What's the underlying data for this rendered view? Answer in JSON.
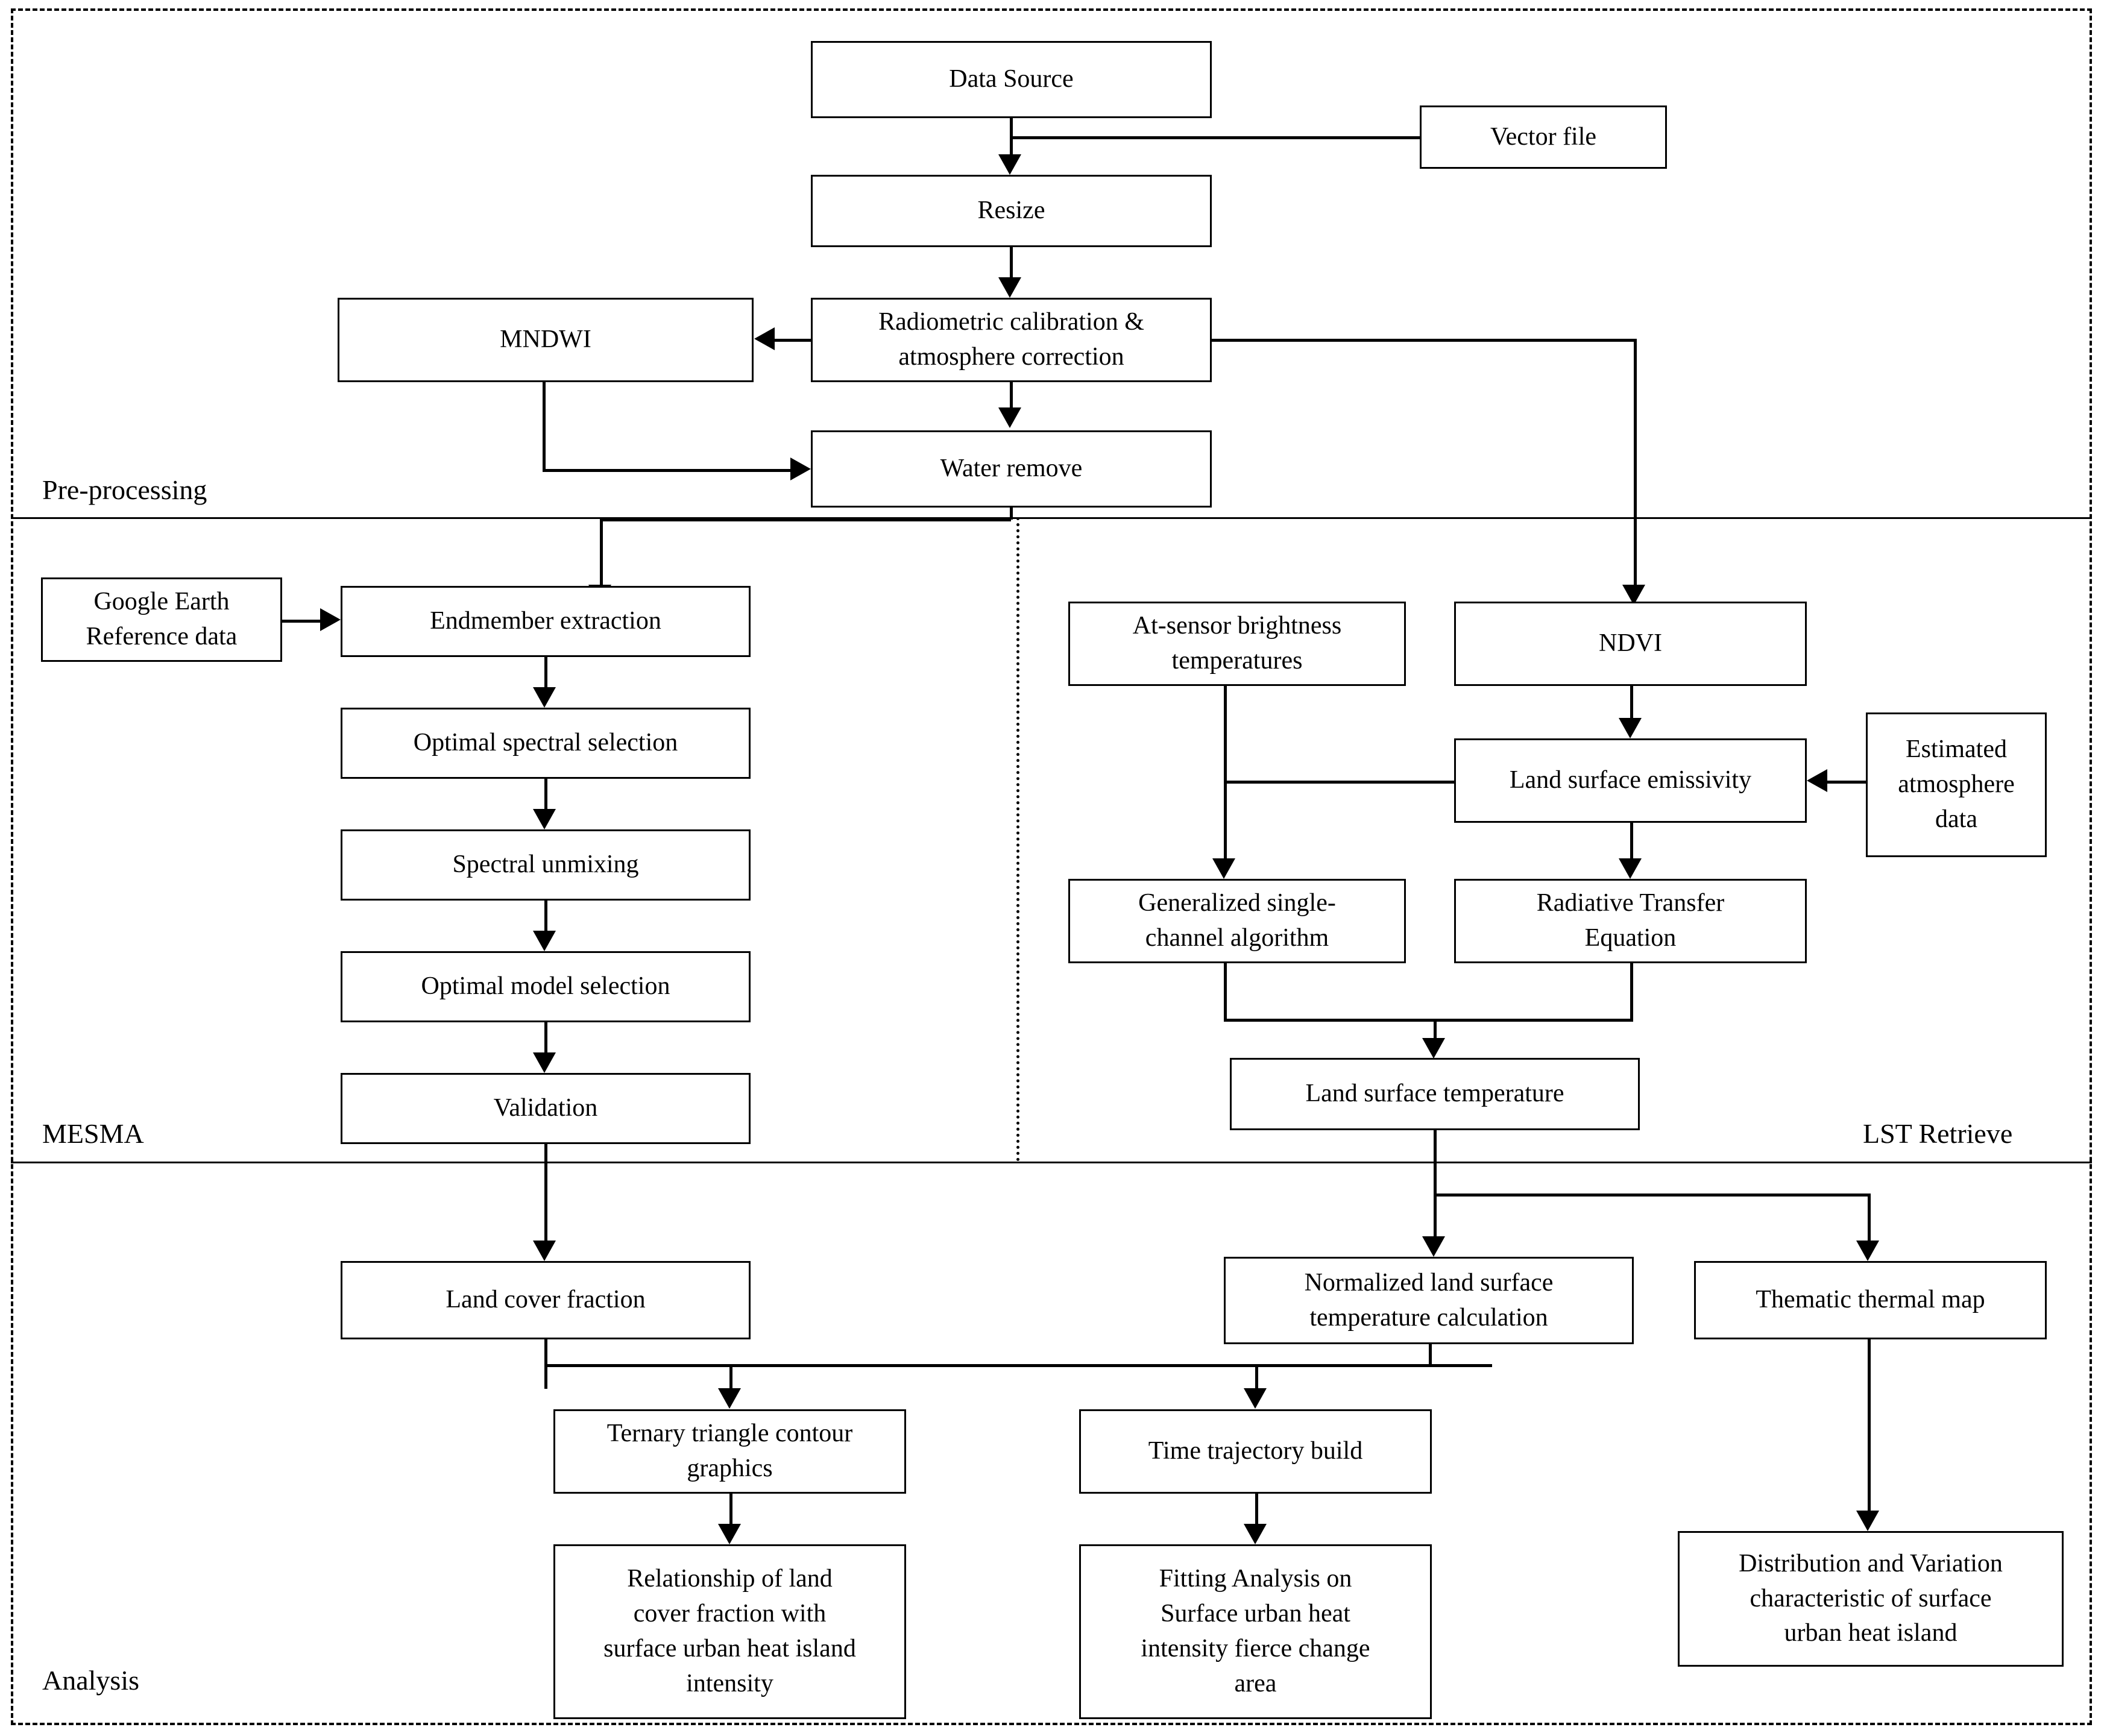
{
  "diagram": {
    "type": "flowchart",
    "title": "Methodology flowchart for MESMA and LST retrieval urban heat island analysis",
    "sections": [
      {
        "id": "pre-processing",
        "label": "Pre-processing"
      },
      {
        "id": "mesma",
        "label": "MESMA"
      },
      {
        "id": "lst-retrieve",
        "label": "LST Retrieve"
      },
      {
        "id": "analysis",
        "label": "Analysis"
      }
    ],
    "nodes": {
      "data_source": "Data Source",
      "vector_file": "Vector file",
      "resize": "Resize",
      "radiometric": "Radiometric calibration &\natmosphere correction",
      "radiometric_line1": "Radiometric calibration &",
      "radiometric_line2": "atmosphere correction",
      "mndwi": "MNDWI",
      "water_remove": "Water remove",
      "google_earth": "Google Earth\nReference data",
      "google_earth_line1": "Google Earth",
      "google_earth_line2": "Reference data",
      "endmember": "Endmember extraction",
      "optimal_spectral": "Optimal spectral selection",
      "spectral_unmixing": "Spectral unmixing",
      "optimal_model": "Optimal model selection",
      "validation": "Validation",
      "at_sensor_line1": "At-sensor brightness",
      "at_sensor_line2": "temperatures",
      "ndvi": "NDVI",
      "land_surface_emissivity": "Land surface emissivity",
      "estimated_atmos_line1": "Estimated",
      "estimated_atmos_line2": "atmosphere",
      "estimated_atmos_line3": "data",
      "generalized_line1": "Generalized single-",
      "generalized_line2": "channel algorithm",
      "radiative_line1": "Radiative Transfer",
      "radiative_line2": "Equation",
      "land_surface_temperature": "Land surface temperature",
      "land_cover_fraction": "Land cover fraction",
      "normalized_line1": "Normalized land surface",
      "normalized_line2": "temperature calculation",
      "thematic_thermal_map": "Thematic thermal map",
      "ternary_line1": "Ternary triangle contour",
      "ternary_line2": "graphics",
      "time_trajectory": "Time  trajectory build",
      "relationship_line1": "Relationship of land",
      "relationship_line2": "cover fraction with",
      "relationship_line3": "surface urban heat island",
      "relationship_line4": "intensity",
      "fitting_line1": "Fitting Analysis on",
      "fitting_line2": "Surface urban heat",
      "fitting_line3": "intensity fierce change",
      "fitting_line4": "area",
      "distribution_line1": "Distribution and Variation",
      "distribution_line2": "characteristic of surface",
      "distribution_line3": "urban heat island"
    },
    "colors": {
      "stroke": "#000000",
      "fill": "#ffffff",
      "background": "#ffffff"
    }
  }
}
